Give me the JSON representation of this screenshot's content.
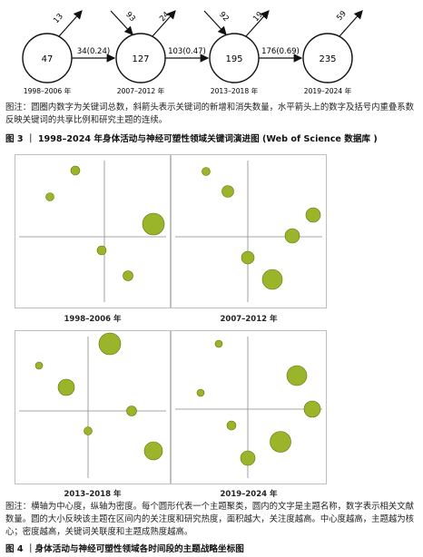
{
  "figure3": {
    "nodes": [
      {
        "value": "47",
        "period": "1998–2006 年"
      },
      {
        "value": "127",
        "period": "2007–2012 年"
      },
      {
        "value": "195",
        "period": "2013–2018 年"
      },
      {
        "value": "235",
        "period": "2019–2024 年"
      }
    ],
    "links": [
      "34(0.24)",
      "103(0.47)",
      "176(0.69)"
    ],
    "new_counts": [
      "13",
      "93",
      "92",
      "59"
    ],
    "lost_counts": [
      "24",
      "19"
    ],
    "note": "图注：圆圈内数字为关键词总数，斜箭头表示关键词的新增和消失数量，水平箭头上的数字及括号内重叠系数反映关键词的共享比例和研究主题的连续。",
    "title": "图 3 ｜ 1998–2024 年身体活动与神经可塑性领域关键词演进图 (Web of Science 数据库 )"
  },
  "figure4": {
    "panels": [
      {
        "label": "1998–2006 年"
      },
      {
        "label": "2007–2012 年"
      },
      {
        "label": "2013–2018 年"
      },
      {
        "label": "2019–2024 年"
      }
    ],
    "note": "图注：横轴为中心度，纵轴为密度。每个圆形代表一个主题聚类，圆内的文字是主题名称，数字表示相关文献数量。圆的大小反映该主题在区间内的关注度和研究热度，面积越大，关注度越高。中心度越高，主题越为核心；密度越高，关键词关联度和主题成熟度越高。",
    "title": "图 4 ｜身体活动与神经可塑性领域各时间段的主题战略坐标图"
  },
  "colors": {
    "bubble_fill": "#9bb52a",
    "bubble_stroke": "#5d7411",
    "axis": "#8a8a8a"
  }
}
